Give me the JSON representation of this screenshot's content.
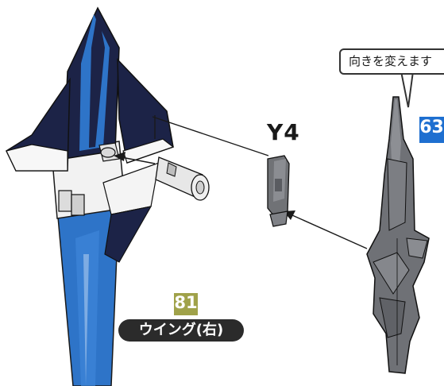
{
  "labels": {
    "part_id": "Y4",
    "step_number_left": "81",
    "step_number_right": "63",
    "part_name": "ウイング(右)",
    "callout": "向きを変えます"
  },
  "colors": {
    "navy": "#1c2347",
    "blue": "#2e74c8",
    "gray": "#6f7176",
    "badge_olive": "#a0a24a",
    "badge_blue": "#1e6fd0"
  }
}
